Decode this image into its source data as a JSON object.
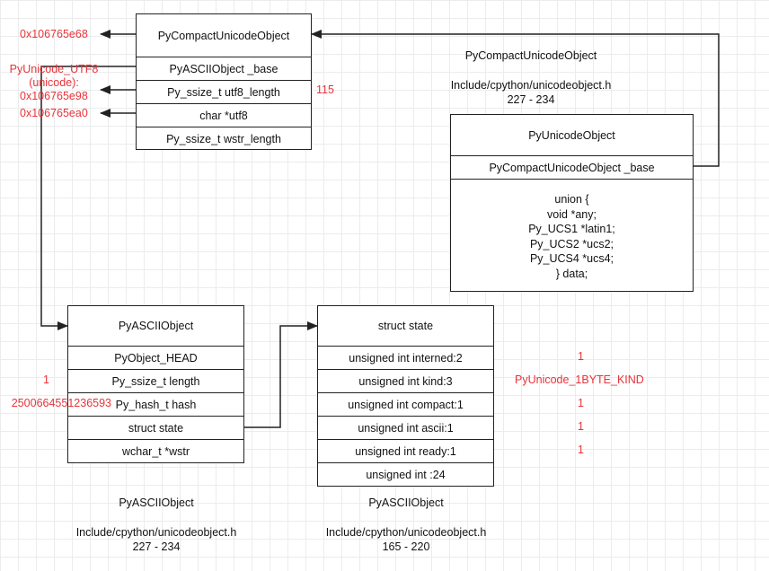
{
  "compact": {
    "title": "PyCompactUnicodeObject",
    "rows": [
      "PyASCIIObject _base",
      "Py_ssize_t utf8_length",
      "char *utf8",
      "Py_ssize_t wstr_length"
    ],
    "caption": "PyCompactUnicodeObject",
    "file": "Include/cpython/unicodeobject.h",
    "lines": "227 - 234"
  },
  "unicode": {
    "title": "PyUnicodeObject",
    "rows": [
      "PyCompactUnicodeObject _base"
    ],
    "union_lines": [
      "union {",
      "void *any;",
      "Py_UCS1 *latin1;",
      "Py_UCS2 *ucs2;",
      "Py_UCS4 *ucs4;",
      "} data;"
    ]
  },
  "ascii": {
    "title": "PyASCIIObject",
    "rows": [
      "PyObject_HEAD",
      "Py_ssize_t length",
      "Py_hash_t hash",
      "struct state",
      "wchar_t *wstr"
    ],
    "caption": "PyASCIIObject",
    "file": "Include/cpython/unicodeobject.h",
    "lines": "227 - 234"
  },
  "state": {
    "title": "struct state",
    "rows": [
      "unsigned int interned:2",
      "unsigned int kind:3",
      "unsigned int compact:1",
      "unsigned int ascii:1",
      "unsigned int ready:1",
      "unsigned int :24"
    ],
    "caption": "PyASCIIObject",
    "file": "Include/cpython/unicodeobject.h",
    "lines": "165 - 220"
  },
  "annotations": {
    "addr_main": "0x106765e68",
    "utf8_label_1": "PyUnicode_UTF8",
    "utf8_label_2": "(unicode):",
    "addr_utf8_length": "0x106765e98",
    "addr_utf8": "0x106765ea0",
    "utf8_length_value": "115",
    "length_value": "1",
    "hash_value": "2500664551236593",
    "interned_value": "1",
    "kind_value": "PyUnicode_1BYTE_KIND",
    "compact_value": "1",
    "ascii_value": "1",
    "ready_value": "1"
  },
  "colors": {
    "annotation": "#e8333a",
    "line": "#222222",
    "grid": "#ececec"
  }
}
